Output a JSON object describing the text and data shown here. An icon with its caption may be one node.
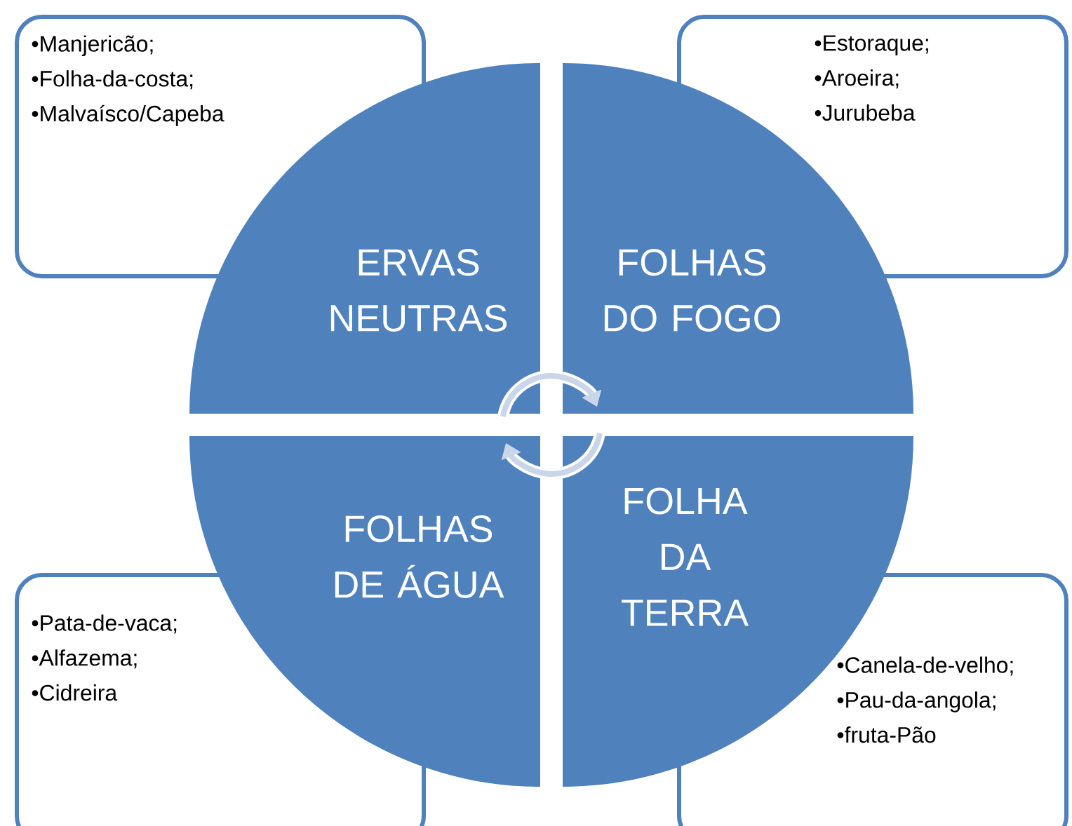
{
  "diagram": {
    "nodes": [
      {
        "text": [
          "•Manjericão;",
          "•Folha-da-costa;",
          "•Malvaísco/Capeba"
        ]
      },
      {
        "text": [
          "•Estoraque;",
          "•Aroeira;",
          "•Jurubeba"
        ]
      },
      {
        "text": [
          "•Pata-de-vaca;",
          "•Alfazema;",
          "•Cidreira"
        ]
      },
      {
        "text": [
          "•Canela-de-velho;",
          "•Pau-da-angola;",
          "•fruta-Pão"
        ]
      },
      {
        "text": [
          "ERVAS NEUTRAS"
        ]
      },
      {
        "text": [
          "FOLHAS DO FOGO"
        ]
      },
      {
        "text": [
          "FOLHAS DE ÁGUA"
        ]
      },
      {
        "text": [
          "FOLHA DA TERRA"
        ]
      }
    ],
    "edges": [
      {
        "from": 4,
        "to": 5,
        "arrow": "to"
      },
      {
        "from": 7,
        "to": 6,
        "arrow": "to"
      }
    ]
  }
}
